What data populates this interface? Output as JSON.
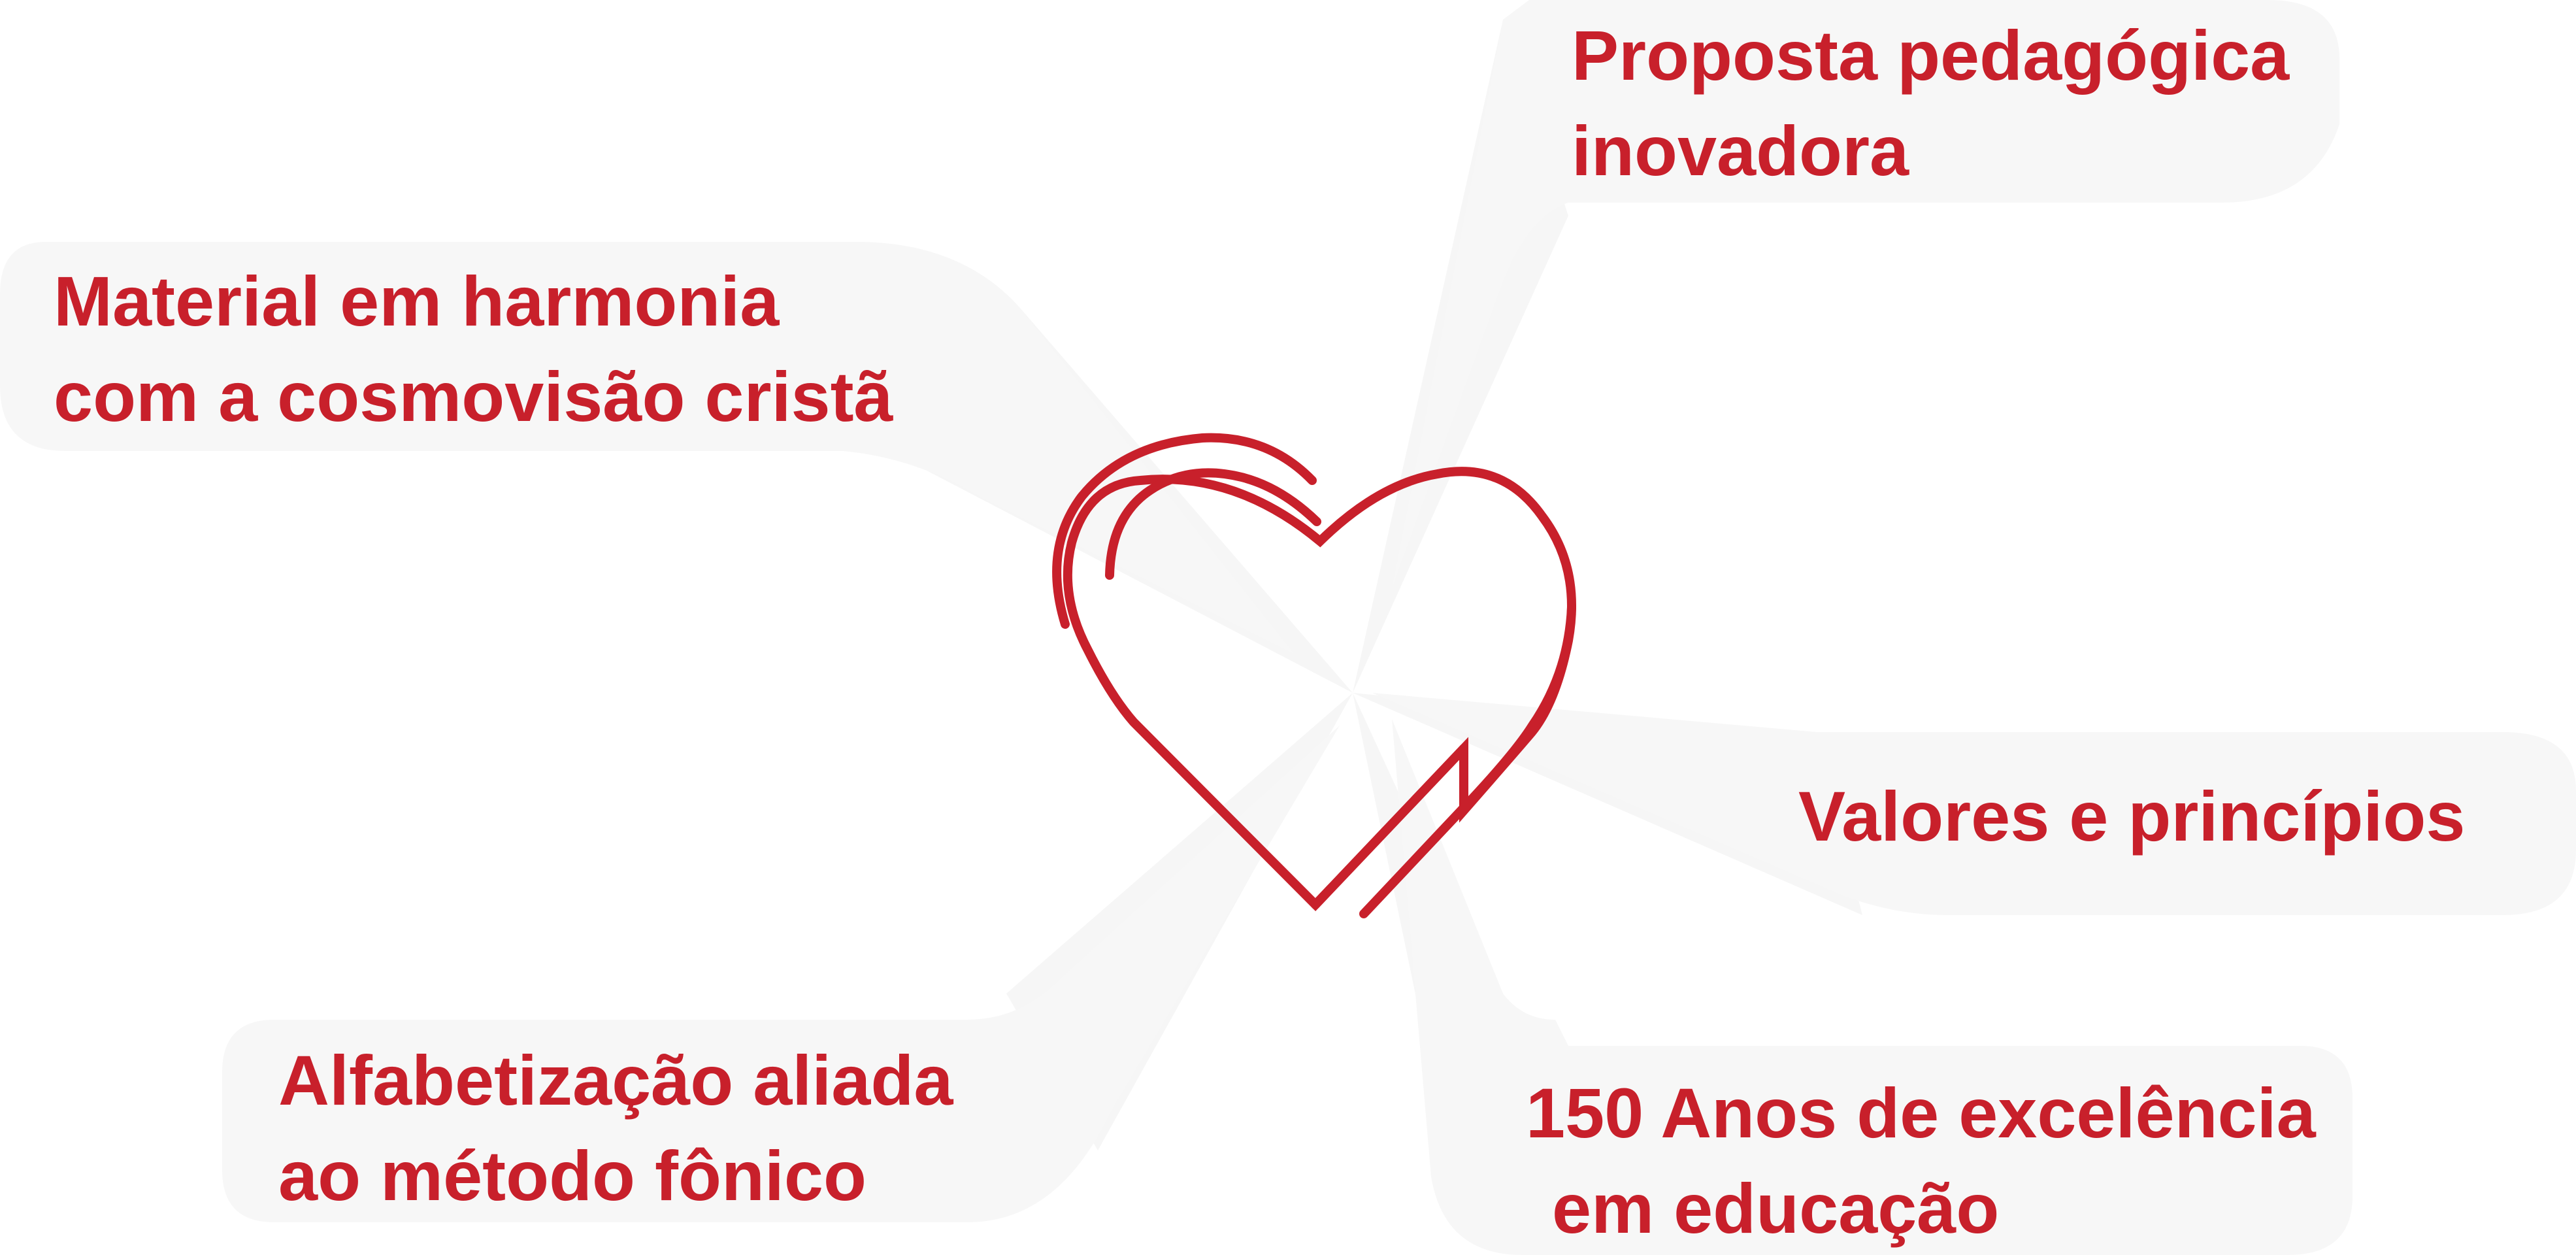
{
  "diagram": {
    "accent_color": "#c8202b",
    "panel_color": "#f7f7f7",
    "center_icon": "heart-icon",
    "items": [
      {
        "lines": [
          "Proposta pedagógica",
          "inovadora"
        ]
      },
      {
        "lines": [
          "Material em harmonia",
          "com a cosmovisão cristã"
        ]
      },
      {
        "lines": [
          "Valores e princípios"
        ]
      },
      {
        "lines": [
          "Alfabetização aliada",
          "ao método fônico"
        ]
      },
      {
        "lines": [
          "150 Anos de excelência",
          "em educação"
        ]
      }
    ]
  }
}
